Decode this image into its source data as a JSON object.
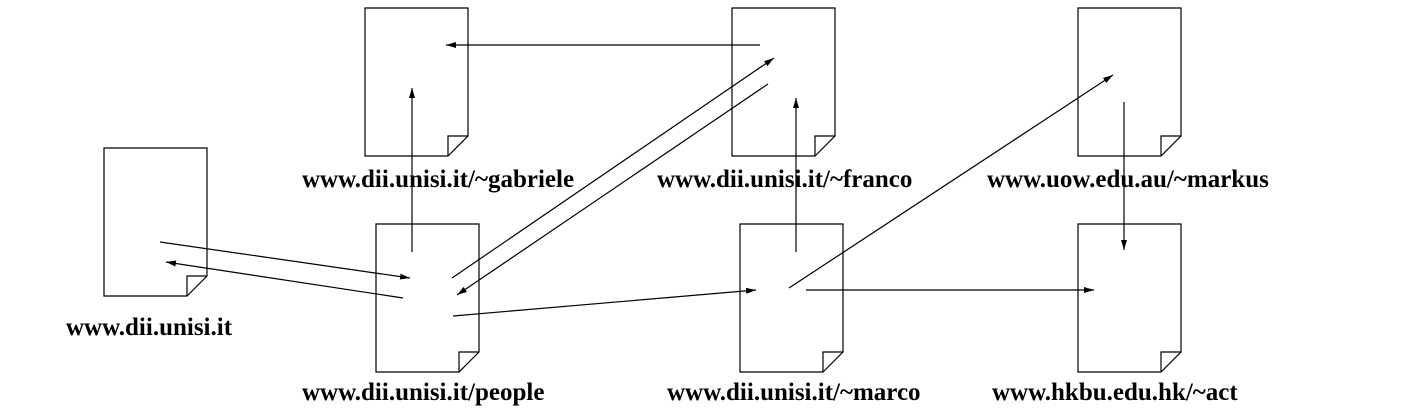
{
  "diagram": {
    "pages": [
      {
        "id": "dii",
        "label": "www.dii.unisi.it"
      },
      {
        "id": "gabriele",
        "label": "www.dii.unisi.it/~gabriele"
      },
      {
        "id": "franco",
        "label": "www.dii.unisi.it/~franco"
      },
      {
        "id": "markus",
        "label": "www.uow.edu.au/~markus"
      },
      {
        "id": "people",
        "label": "www.dii.unisi.it/people"
      },
      {
        "id": "marco",
        "label": "www.dii.unisi.it/~marco"
      },
      {
        "id": "act",
        "label": "www.hkbu.edu.hk/~act"
      }
    ],
    "links": [
      {
        "from": "dii",
        "to": "people"
      },
      {
        "from": "people",
        "to": "dii"
      },
      {
        "from": "people",
        "to": "gabriele"
      },
      {
        "from": "franco",
        "to": "gabriele"
      },
      {
        "from": "people",
        "to": "franco"
      },
      {
        "from": "franco",
        "to": "people"
      },
      {
        "from": "people",
        "to": "marco"
      },
      {
        "from": "marco",
        "to": "franco"
      },
      {
        "from": "marco",
        "to": "markus"
      },
      {
        "from": "markus",
        "to": "act"
      },
      {
        "from": "marco",
        "to": "act"
      }
    ],
    "colors": {
      "stroke": "#000000",
      "fill": "#ffffff"
    }
  }
}
